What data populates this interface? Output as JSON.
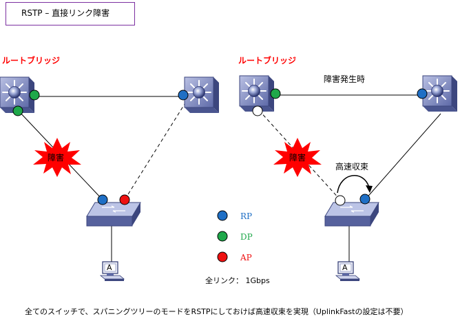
{
  "title": "RSTP – 直接リンク障害",
  "left": {
    "root_label": "ルートブリッジ",
    "fault_label": "障害"
  },
  "right": {
    "root_label": "ルートブリッジ",
    "fault_label": "障害",
    "event_label": "障害発生時",
    "convergence_label": "高速収束"
  },
  "terminal_letter": "A",
  "legend": [
    {
      "label": "RP",
      "color": "#1f6fc5"
    },
    {
      "label": "DP",
      "color": "#1fa84a"
    },
    {
      "label": "AP",
      "color": "#ee1111"
    }
  ],
  "all_links": "全リンク： 1Gbps",
  "note": "全てのスイッチで、スパニングツリーのモードをRSTPにしておけば高速収束を実現（UplinkFastの設定は不要）"
}
